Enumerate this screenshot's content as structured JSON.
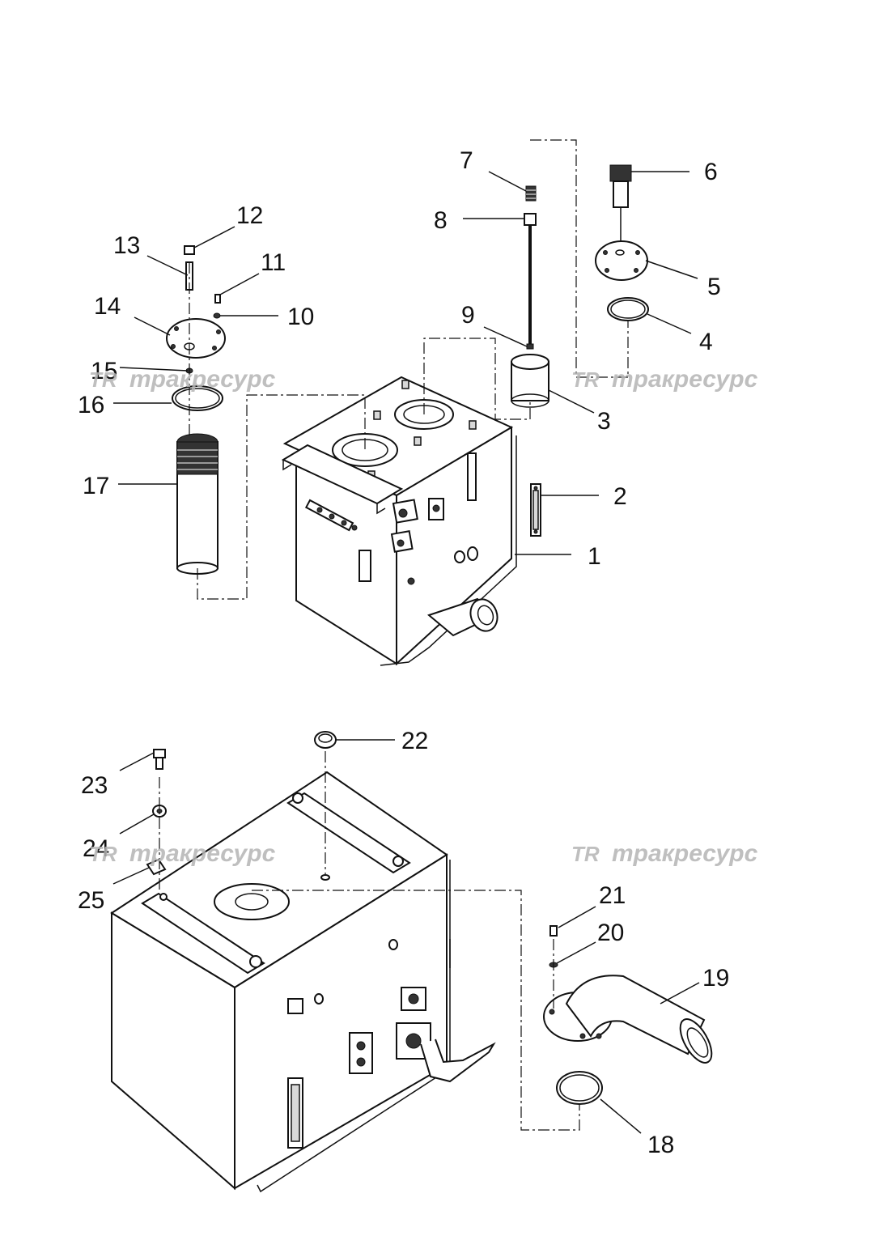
{
  "diagram": {
    "watermark": {
      "logo": "TR",
      "text": "тракресурс",
      "color": "#b5b5b5"
    },
    "callouts": [
      {
        "id": "1",
        "label": "1"
      },
      {
        "id": "2",
        "label": "2"
      },
      {
        "id": "3",
        "label": "3"
      },
      {
        "id": "4",
        "label": "4"
      },
      {
        "id": "5",
        "label": "5"
      },
      {
        "id": "6",
        "label": "6"
      },
      {
        "id": "7",
        "label": "7"
      },
      {
        "id": "8",
        "label": "8"
      },
      {
        "id": "9",
        "label": "9"
      },
      {
        "id": "10",
        "label": "10"
      },
      {
        "id": "11",
        "label": "11"
      },
      {
        "id": "12",
        "label": "12"
      },
      {
        "id": "13",
        "label": "13"
      },
      {
        "id": "14",
        "label": "14"
      },
      {
        "id": "15",
        "label": "15"
      },
      {
        "id": "16",
        "label": "16"
      },
      {
        "id": "17",
        "label": "17"
      },
      {
        "id": "18",
        "label": "18"
      },
      {
        "id": "19",
        "label": "19"
      },
      {
        "id": "20",
        "label": "20"
      },
      {
        "id": "21",
        "label": "21"
      },
      {
        "id": "22",
        "label": "22"
      },
      {
        "id": "23",
        "label": "23"
      },
      {
        "id": "24",
        "label": "24"
      },
      {
        "id": "25",
        "label": "25"
      }
    ]
  }
}
